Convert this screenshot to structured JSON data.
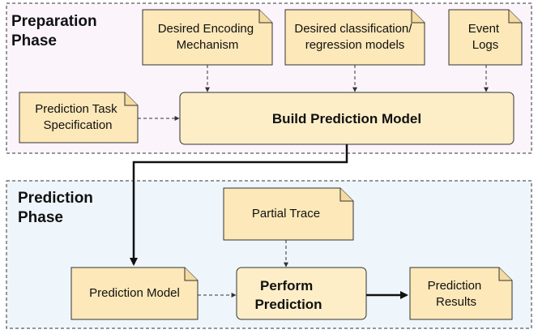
{
  "colors": {
    "preparation_bg": "#fbf4fb",
    "prediction_bg": "#eef6fb",
    "box_fill": "#fdeec8",
    "doc_fill": "#fce8b8",
    "stroke": "#333333"
  },
  "preparation_phase": {
    "title_lines": [
      "Preparation",
      "Phase"
    ],
    "inputs": {
      "encoding": [
        "Desired Encoding",
        "Mechanism"
      ],
      "models": [
        "Desired classification/",
        "regression models"
      ],
      "logs": [
        "Event",
        "Logs"
      ],
      "task_spec": [
        "Prediction Task",
        "Specification"
      ]
    },
    "process": [
      "Build Prediction Model"
    ]
  },
  "prediction_phase": {
    "title_lines": [
      "Prediction",
      "Phase"
    ],
    "inputs": {
      "partial_trace": [
        "Partial Trace"
      ],
      "model": [
        "Prediction Model"
      ]
    },
    "process": [
      "Perform",
      "Prediction"
    ],
    "output": [
      "Prediction",
      "Results"
    ]
  }
}
